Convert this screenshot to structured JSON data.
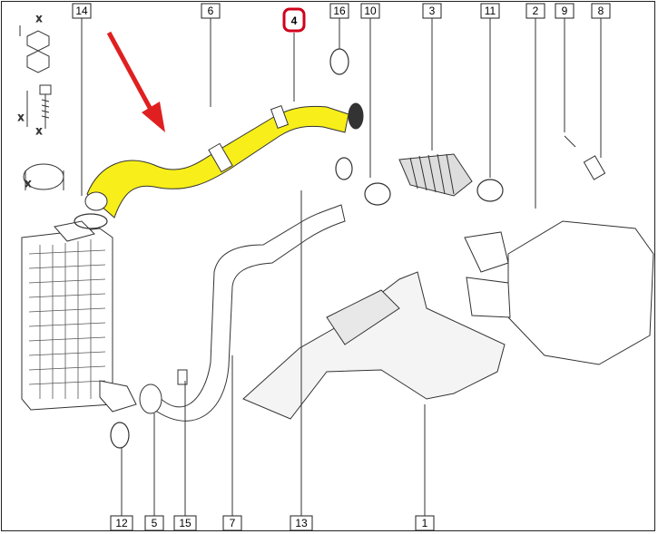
{
  "highlight_color": "#d0021b",
  "hose_color": "#f7ee1a",
  "arrow_color": "#e02020",
  "callouts": {
    "top": [
      {
        "key": "c14",
        "label": "14"
      },
      {
        "key": "c6",
        "label": "6"
      },
      {
        "key": "c4",
        "label": "4"
      },
      {
        "key": "c16",
        "label": "16"
      },
      {
        "key": "c10",
        "label": "10"
      },
      {
        "key": "c3",
        "label": "3"
      },
      {
        "key": "c11",
        "label": "11"
      },
      {
        "key": "c2",
        "label": "2"
      },
      {
        "key": "c9",
        "label": "9"
      },
      {
        "key": "c8",
        "label": "8"
      }
    ],
    "bottom": [
      {
        "key": "c12",
        "label": "12"
      },
      {
        "key": "c5",
        "label": "5"
      },
      {
        "key": "c15",
        "label": "15"
      },
      {
        "key": "c7",
        "label": "7"
      },
      {
        "key": "c13",
        "label": "13"
      },
      {
        "key": "c1",
        "label": "1"
      }
    ]
  },
  "highlighted_callout": "4",
  "legend": {
    "dim_x": "x"
  }
}
